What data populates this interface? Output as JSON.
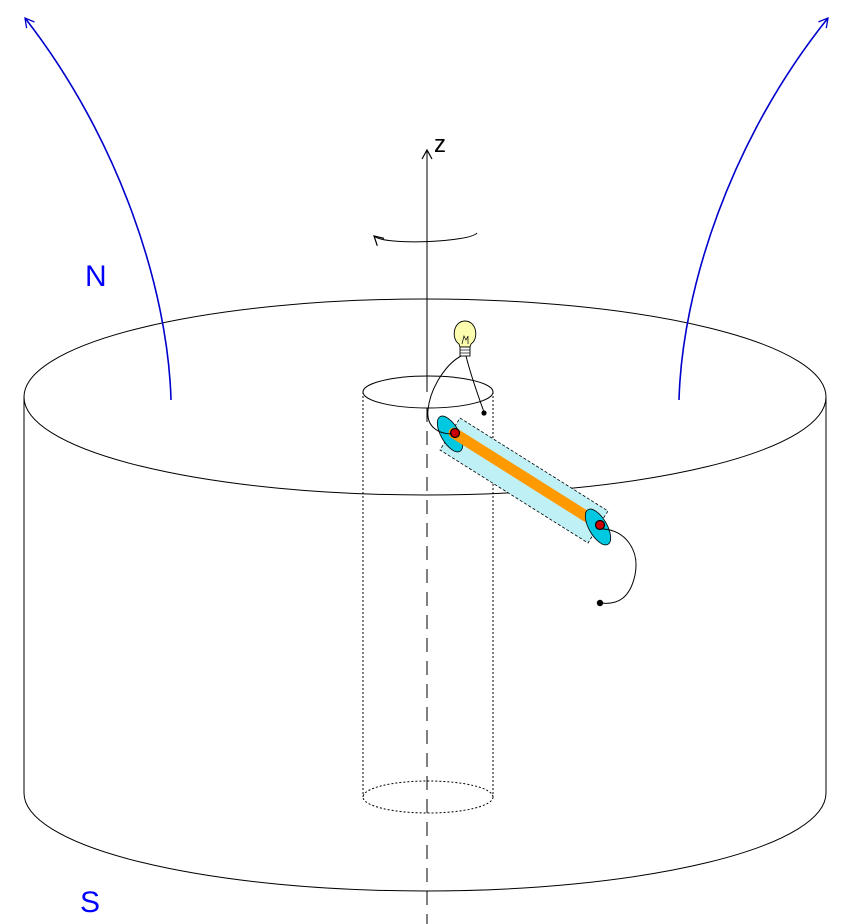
{
  "labels": {
    "north": "N",
    "south": "S",
    "axis": "z"
  },
  "colors": {
    "field_lines": "#0000cc",
    "pole_labels": "#0000ff",
    "outline": "#000000",
    "rod": "#ff9900",
    "rod_sheath": "#bff0f5",
    "rod_end": "#00c8e0",
    "contact": "#cc0000",
    "bulb_glass": "#fdfdb0"
  },
  "icons": {
    "bulb": "light-bulb-icon",
    "rotation": "rotation-arrow-icon"
  }
}
